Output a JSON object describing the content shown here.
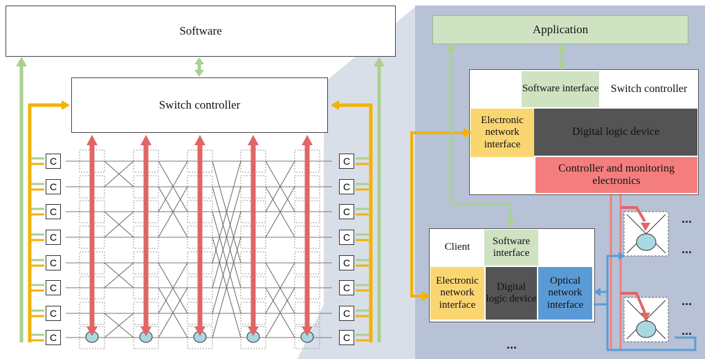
{
  "left": {
    "software_label": "Software",
    "switch_controller_label": "Switch controller",
    "c_label": "C"
  },
  "right": {
    "application_label": "Application",
    "top_node": {
      "software_interface": "Software interface",
      "switch_controller": "Switch controller",
      "electronic_network_interface": "Electronic network interface",
      "digital_logic_device": "Digital logic device",
      "controller_monitoring": "Controller and monitoring electronics"
    },
    "client_node": {
      "client": "Client",
      "software_interface": "Software interface",
      "electronic_network_interface": "Electronic network interface",
      "digital_logic_device": "Digital logic device",
      "optical_network_interface": "Optical network interface"
    },
    "ellipsis": "..."
  },
  "colors": {
    "panel_bg": "#b7c2d6",
    "green": "#cfe3c3",
    "yellow": "#fad672",
    "dark": "#545454",
    "pink": "#f47e7e",
    "blue": "#5b9bd5",
    "orange_arrow": "#f2b200",
    "green_arrow": "#a9d18e",
    "red_arrow": "#e06666"
  }
}
